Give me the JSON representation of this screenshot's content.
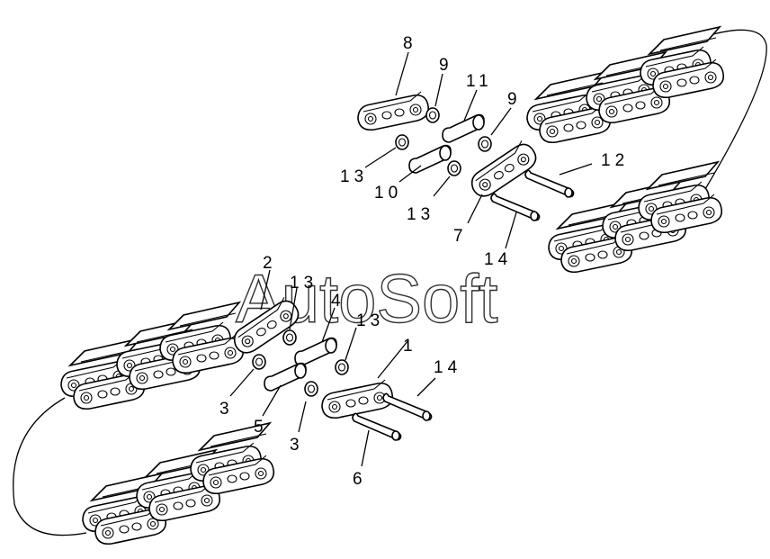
{
  "watermark": "AutoSoft",
  "labels": {
    "l1": "1",
    "l2": "2",
    "l3a": "3",
    "l3b": "3",
    "l4": "4",
    "l5": "5",
    "l6": "6",
    "l7": "7",
    "l8": "8",
    "l9a": "9",
    "l9b": "9",
    "l10": "10",
    "l11": "11",
    "l12": "12",
    "l13a": "13",
    "l13b": "13",
    "l13c": "13",
    "l13d": "13",
    "l14a": "14",
    "l14b": "14"
  }
}
